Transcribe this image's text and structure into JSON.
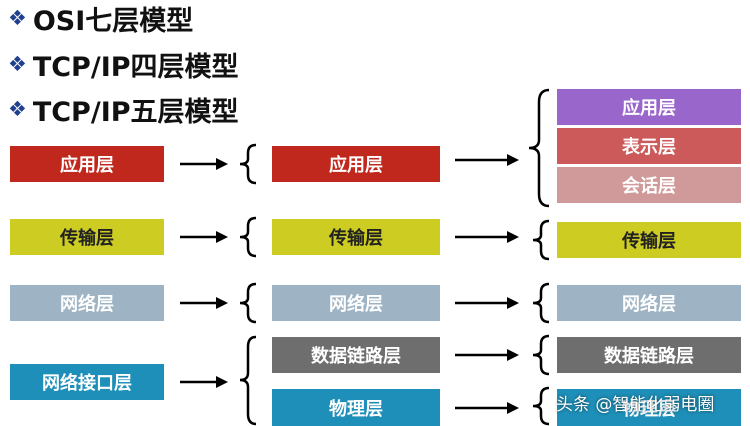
{
  "bullets": [
    {
      "marker": "❖",
      "text": "OSI七层模型"
    },
    {
      "marker": "❖",
      "text": "TCP/IP四层模型"
    },
    {
      "marker": "❖",
      "text": "TCP/IP五层模型"
    }
  ],
  "four_layer": [
    "应用层",
    "传输层",
    "网络层",
    "网络接口层"
  ],
  "five_layer": [
    "应用层",
    "传输层",
    "网络层",
    "数据链路层",
    "物理层"
  ],
  "osi": [
    "应用层",
    "表示层",
    "会话层",
    "传输层",
    "网络层",
    "数据链路层",
    "物理层"
  ],
  "colors": {
    "application": "#c0281e",
    "presentation": "#cd5a5a",
    "session": "#d19a9a",
    "osi_application": "#9966cc",
    "transport": "#cccc22",
    "network": "#9eb4c4",
    "datalink": "#6e6e6e",
    "interface": "#1e8fb8",
    "physical": "#1e8fb8"
  },
  "watermark": "头条 @智能化弱电圈"
}
